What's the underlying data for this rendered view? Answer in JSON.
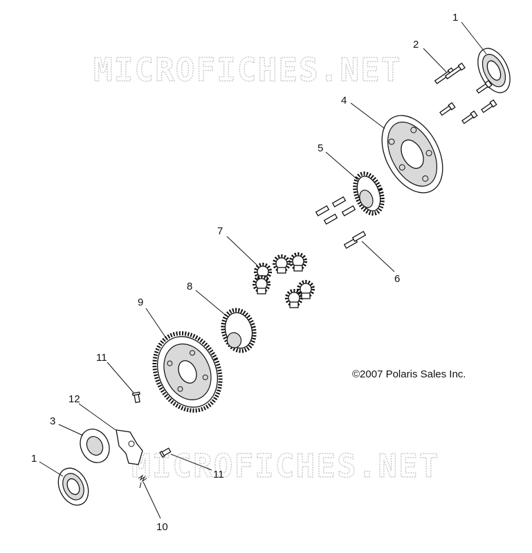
{
  "watermarks": [
    "MICROFICHES.NET",
    "MICROFICHES.NET"
  ],
  "copyright": "©2007 Polaris Sales Inc.",
  "callouts": {
    "c1_top": "1",
    "c2": "2",
    "c4": "4",
    "c5": "5",
    "c6": "6",
    "c7": "7",
    "c8": "8",
    "c9": "9",
    "c11_left": "11",
    "c12": "12",
    "c3": "3",
    "c1_bottom": "1",
    "c11_right": "11",
    "c10": "10"
  }
}
